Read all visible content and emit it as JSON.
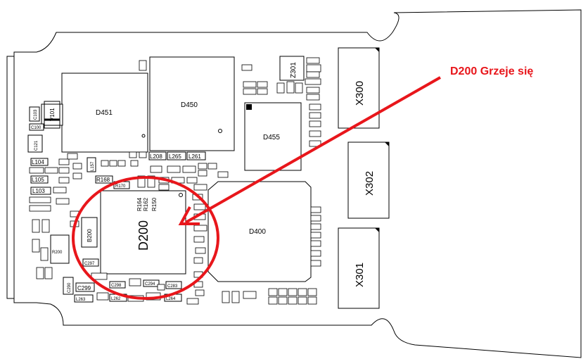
{
  "annotation": {
    "text": "D200 Grzeje się",
    "color": "#e8161b"
  },
  "chips": {
    "d451": "D451",
    "d450": "D450",
    "d455": "D455",
    "d400": "D400",
    "d200": "D200",
    "b200": "B200",
    "v101": "V101",
    "z301": "Z301"
  },
  "connectors": {
    "x300": "X300",
    "x302": "X302",
    "x301": "X301"
  },
  "resistors_near_d200": [
    "R164",
    "R162",
    "R150"
  ],
  "labeled_parts": {
    "c103": "C103",
    "c100": "C100",
    "c121": "C121",
    "l104": "L104",
    "l105": "L105",
    "l103": "L103",
    "r200": "R200",
    "c290": "C290",
    "c299": "C299",
    "c298": "C298",
    "l263": "L263",
    "l262": "L262",
    "l208": "L208",
    "l265": "L265",
    "l261": "L261",
    "r168": "R168",
    "r170": "R170",
    "l157": "L157",
    "l264": "L264",
    "c283": "C283",
    "c294": "C294",
    "c297": "C297"
  },
  "colors": {
    "outline": "#000000",
    "marker": "#e8161b"
  }
}
